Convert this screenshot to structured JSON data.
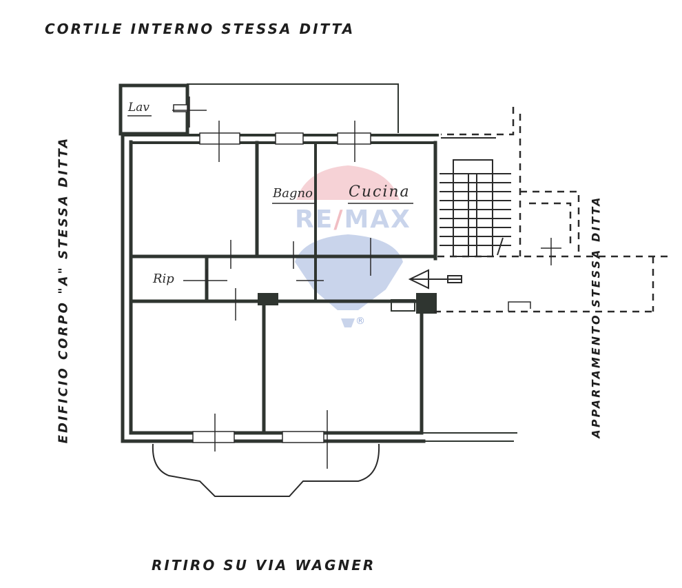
{
  "plan": {
    "top_label": "CORTILE INTERNO STESSA DITTA",
    "bottom_label": "RITIRO SU VIA WAGNER",
    "left_label": "EDIFICIO CORPO \"A\" STESSA DITTA",
    "right_label": "APPARTAMENTO STESSA DITTA",
    "rooms": [
      {
        "id": "lav",
        "label": "Lav"
      },
      {
        "id": "bagno",
        "label": "Bagno"
      },
      {
        "id": "cucina",
        "label": "Cucina"
      },
      {
        "id": "rip",
        "label": "Rip"
      }
    ]
  },
  "watermark": {
    "brand": "RE/MAX",
    "brand_left": "RE",
    "brand_slash": "/",
    "brand_right": "MAX",
    "registered": "®",
    "colors": {
      "red": "#e78a93",
      "blue": "#9db1dc"
    }
  },
  "colors": {
    "wall": "#2f3530",
    "line": "#2a2a2a",
    "background": "#ffffff"
  }
}
